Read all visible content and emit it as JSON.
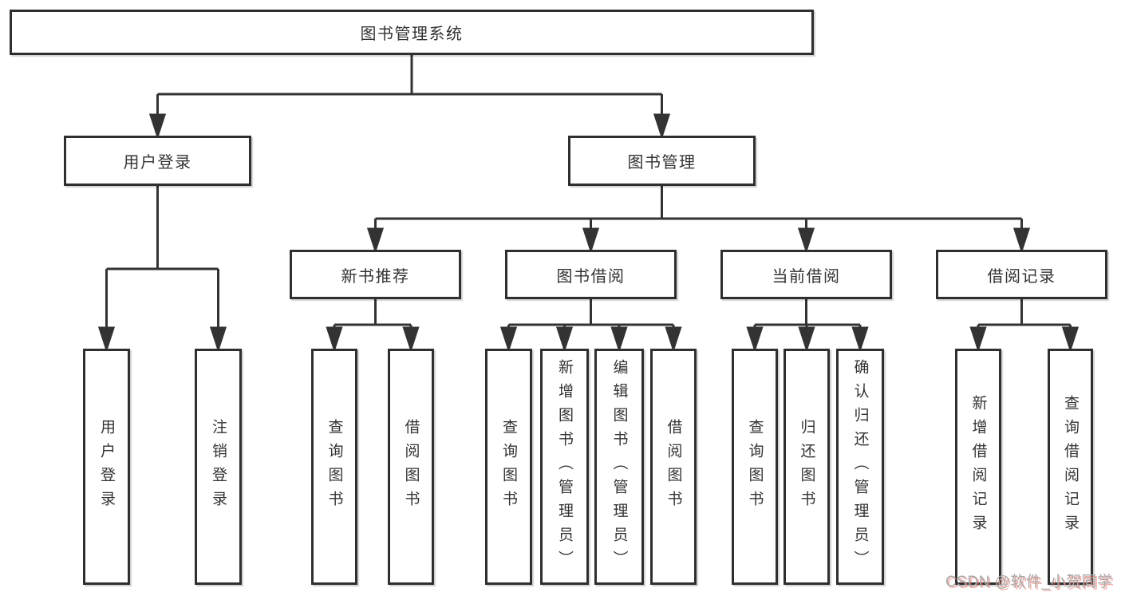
{
  "nodes": {
    "root": "图书管理系统",
    "level2": {
      "user_login": "用户登录",
      "book_mgmt": "图书管理"
    },
    "level3": {
      "new_books": "新书推荐",
      "book_borrow": "图书借阅",
      "current_borrow": "当前借阅",
      "borrow_records": "借阅记录"
    },
    "leaves": {
      "login": [
        "用户登录",
        "注销登录"
      ],
      "new_books": [
        "查询图书",
        "借阅图书"
      ],
      "book_borrow": [
        "查询图书",
        "新增图书（管理员）",
        "编辑图书（管理员）",
        "借阅图书"
      ],
      "current_borrow": [
        "查询图书",
        "归还图书",
        "确认归还（管理员）"
      ],
      "borrow_records": [
        "新增借阅记录",
        "查询借阅记录"
      ]
    }
  },
  "watermark": "CSDN @软件_小贺同学",
  "colors": {
    "line": "#333333",
    "box_border": "#2f2f2f",
    "text": "#333333",
    "watermark": "#a9a9a9"
  }
}
